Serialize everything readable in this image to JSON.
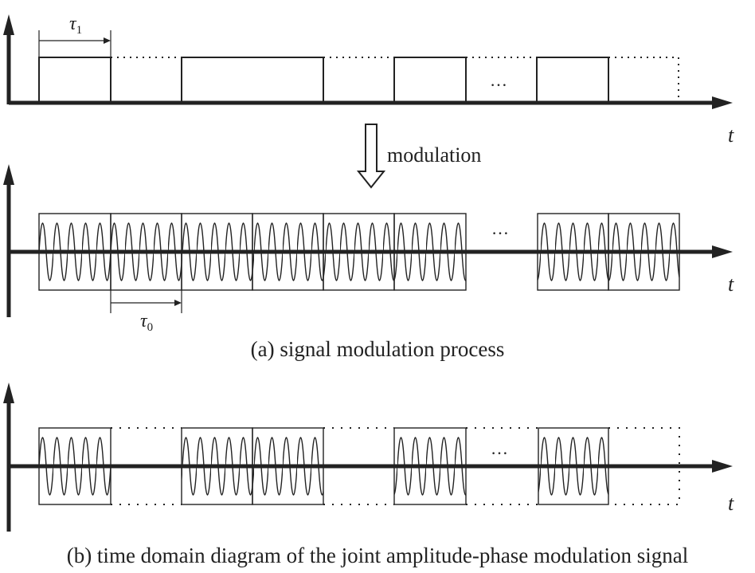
{
  "colors": {
    "ink": "#222222",
    "background": "#ffffff"
  },
  "labels": {
    "modulation": "modulation",
    "caption_a": "(a) signal modulation process",
    "caption_b": "(b) time domain diagram of the joint amplitude-phase modulation signal",
    "t_axis": "t",
    "tau1_symbol": "τ",
    "tau1_sub": "1",
    "tau0_symbol": "τ",
    "tau0_sub": "0",
    "ellipsis": "…"
  },
  "icons": {
    "modulation_arrow": "down-arrow-outline-icon"
  }
}
